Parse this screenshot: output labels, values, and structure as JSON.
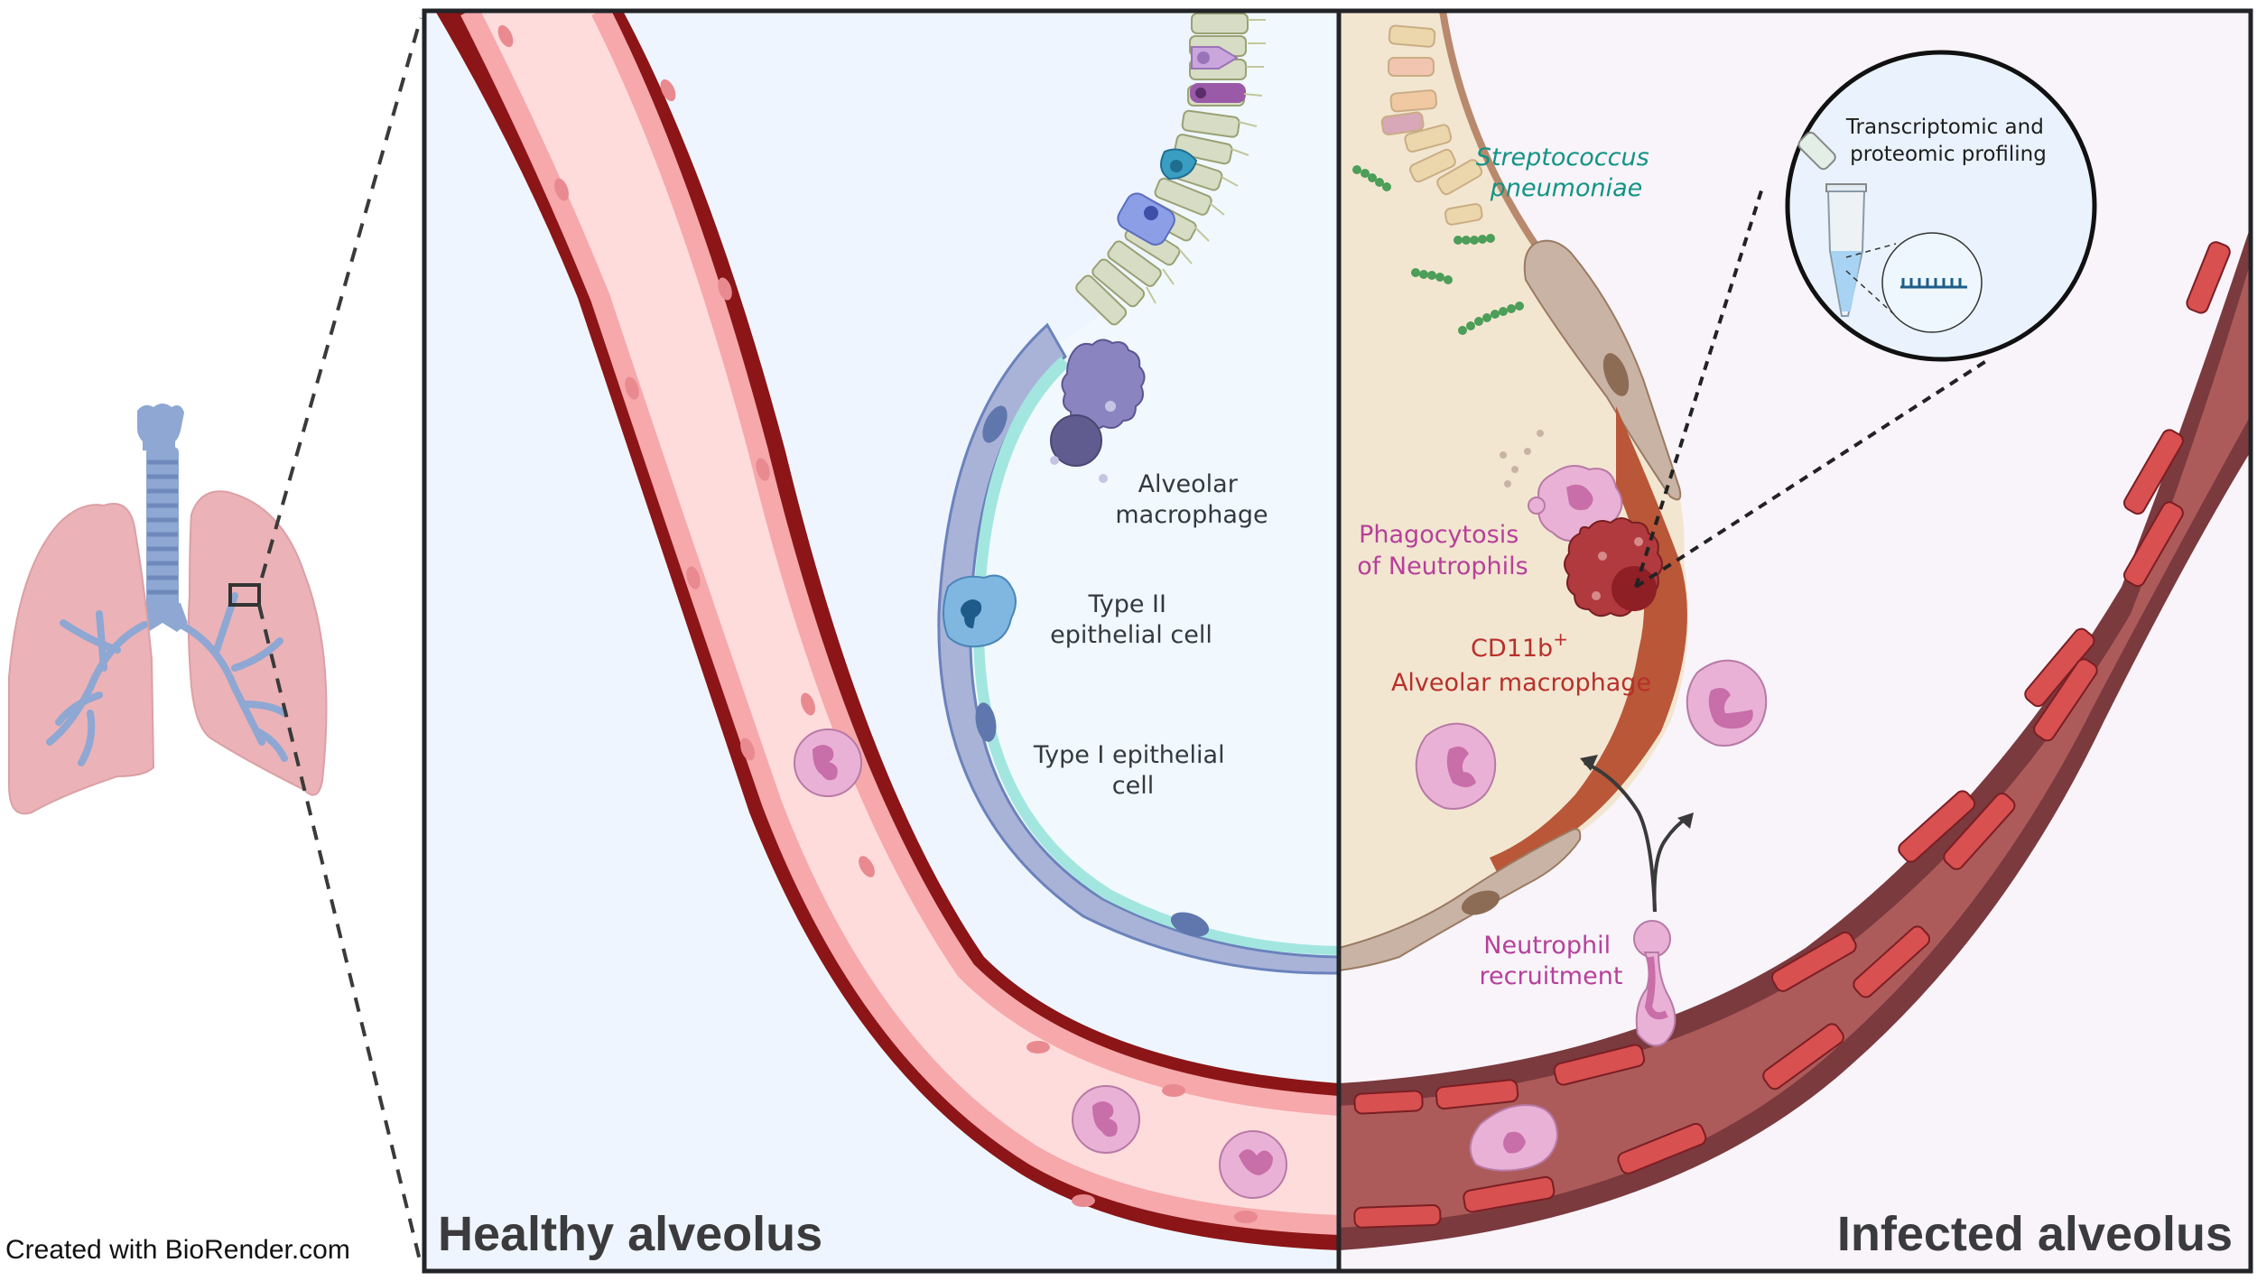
{
  "figure": {
    "credit": "Created with BioRender.com",
    "panels": {
      "healthy": {
        "title": "Healthy alveolus"
      },
      "infected": {
        "title": "Infected alveolus"
      }
    },
    "labels": {
      "alveolar_macrophage": [
        "Alveolar",
        "macrophage"
      ],
      "type2_cell": [
        "Type II",
        "epithelial cell"
      ],
      "type1_cell": [
        "Type I epithelial",
        "cell"
      ],
      "pathogen": [
        "Streptococcus",
        "pneumoniae"
      ],
      "phagocytosis": [
        "Phagocytosis",
        "of Neutrophils"
      ],
      "cd11b_main": "CD11b",
      "cd11b_sup": "+",
      "cd11b_macrophage": "Alveolar macrophage",
      "recruitment": [
        "Neutrophil",
        "recruitment"
      ],
      "profiling": [
        "Transcriptomic and",
        "proteomic profiling"
      ]
    },
    "colors": {
      "healthy_bg": "#eef5fe",
      "infected_bg": "#f8f4fa",
      "vessel_wall_healthy": "#8b1517",
      "vessel_lumen_healthy": "#ffdcdc",
      "vessel_wall_infected": "#7a3a3e",
      "vessel_lumen_infected": "#ad5b5a",
      "endothelial_healthy": "#f6a8ab",
      "endothelial_infected": "#d8504f",
      "alveolus_wall": "#a9b3d8",
      "surfactant": "#a3e6e0",
      "infected_fluid": "#f3e6d1",
      "macrophage_purple": "#8a85c0",
      "macrophage_red": "#b03a3e",
      "neutrophil": "#eab1d6",
      "bacteria": "#4c9e58",
      "text_teal": "#129484",
      "text_magenta": "#b6409a",
      "text_red": "#b8302b"
    }
  }
}
